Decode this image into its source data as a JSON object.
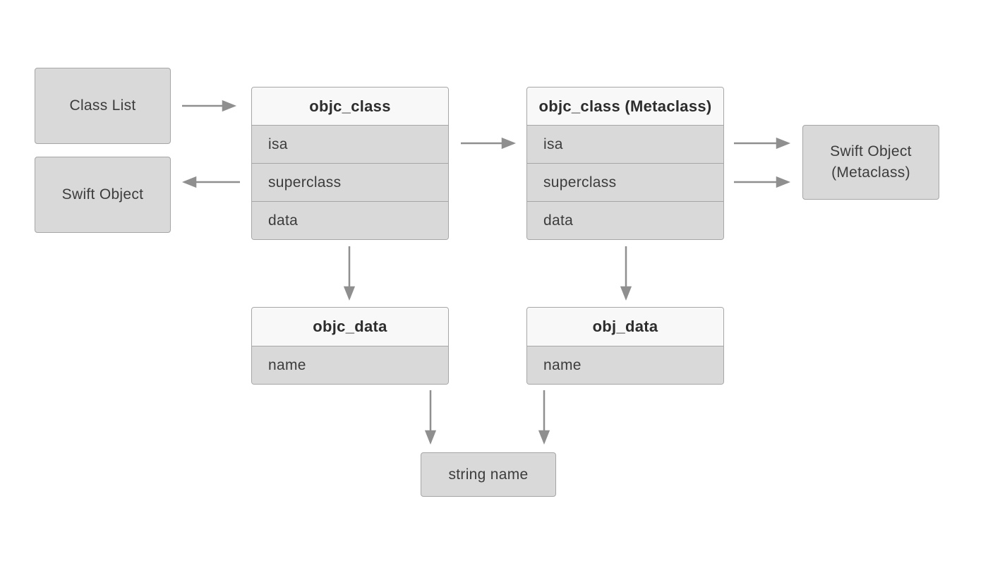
{
  "boxes": {
    "class_list": {
      "label": "Class List"
    },
    "swift_object": {
      "label": "Swift Object"
    },
    "swift_object_metaclass": {
      "line1": "Swift Object",
      "line2": "(Metaclass)"
    },
    "string_name": {
      "label": "string name"
    }
  },
  "tables": {
    "objc_class": {
      "title": "objc_class",
      "rows": [
        "isa",
        "superclass",
        "data"
      ]
    },
    "objc_class_metaclass": {
      "title": "objc_class (Metaclass)",
      "rows": [
        "isa",
        "superclass",
        "data"
      ]
    },
    "objc_data": {
      "title": "objc_data",
      "rows": [
        "name"
      ]
    },
    "obj_data": {
      "title": "obj_data",
      "rows": [
        "name"
      ]
    }
  },
  "colors": {
    "background": "#ffffff",
    "box_fill": "#d9d9d9",
    "header_fill": "#f8f8f8",
    "border": "#a6a6a6",
    "arrow": "#8f8f8f",
    "heading_text": "#2d2d2d",
    "body_text": "#3c3c3c"
  }
}
